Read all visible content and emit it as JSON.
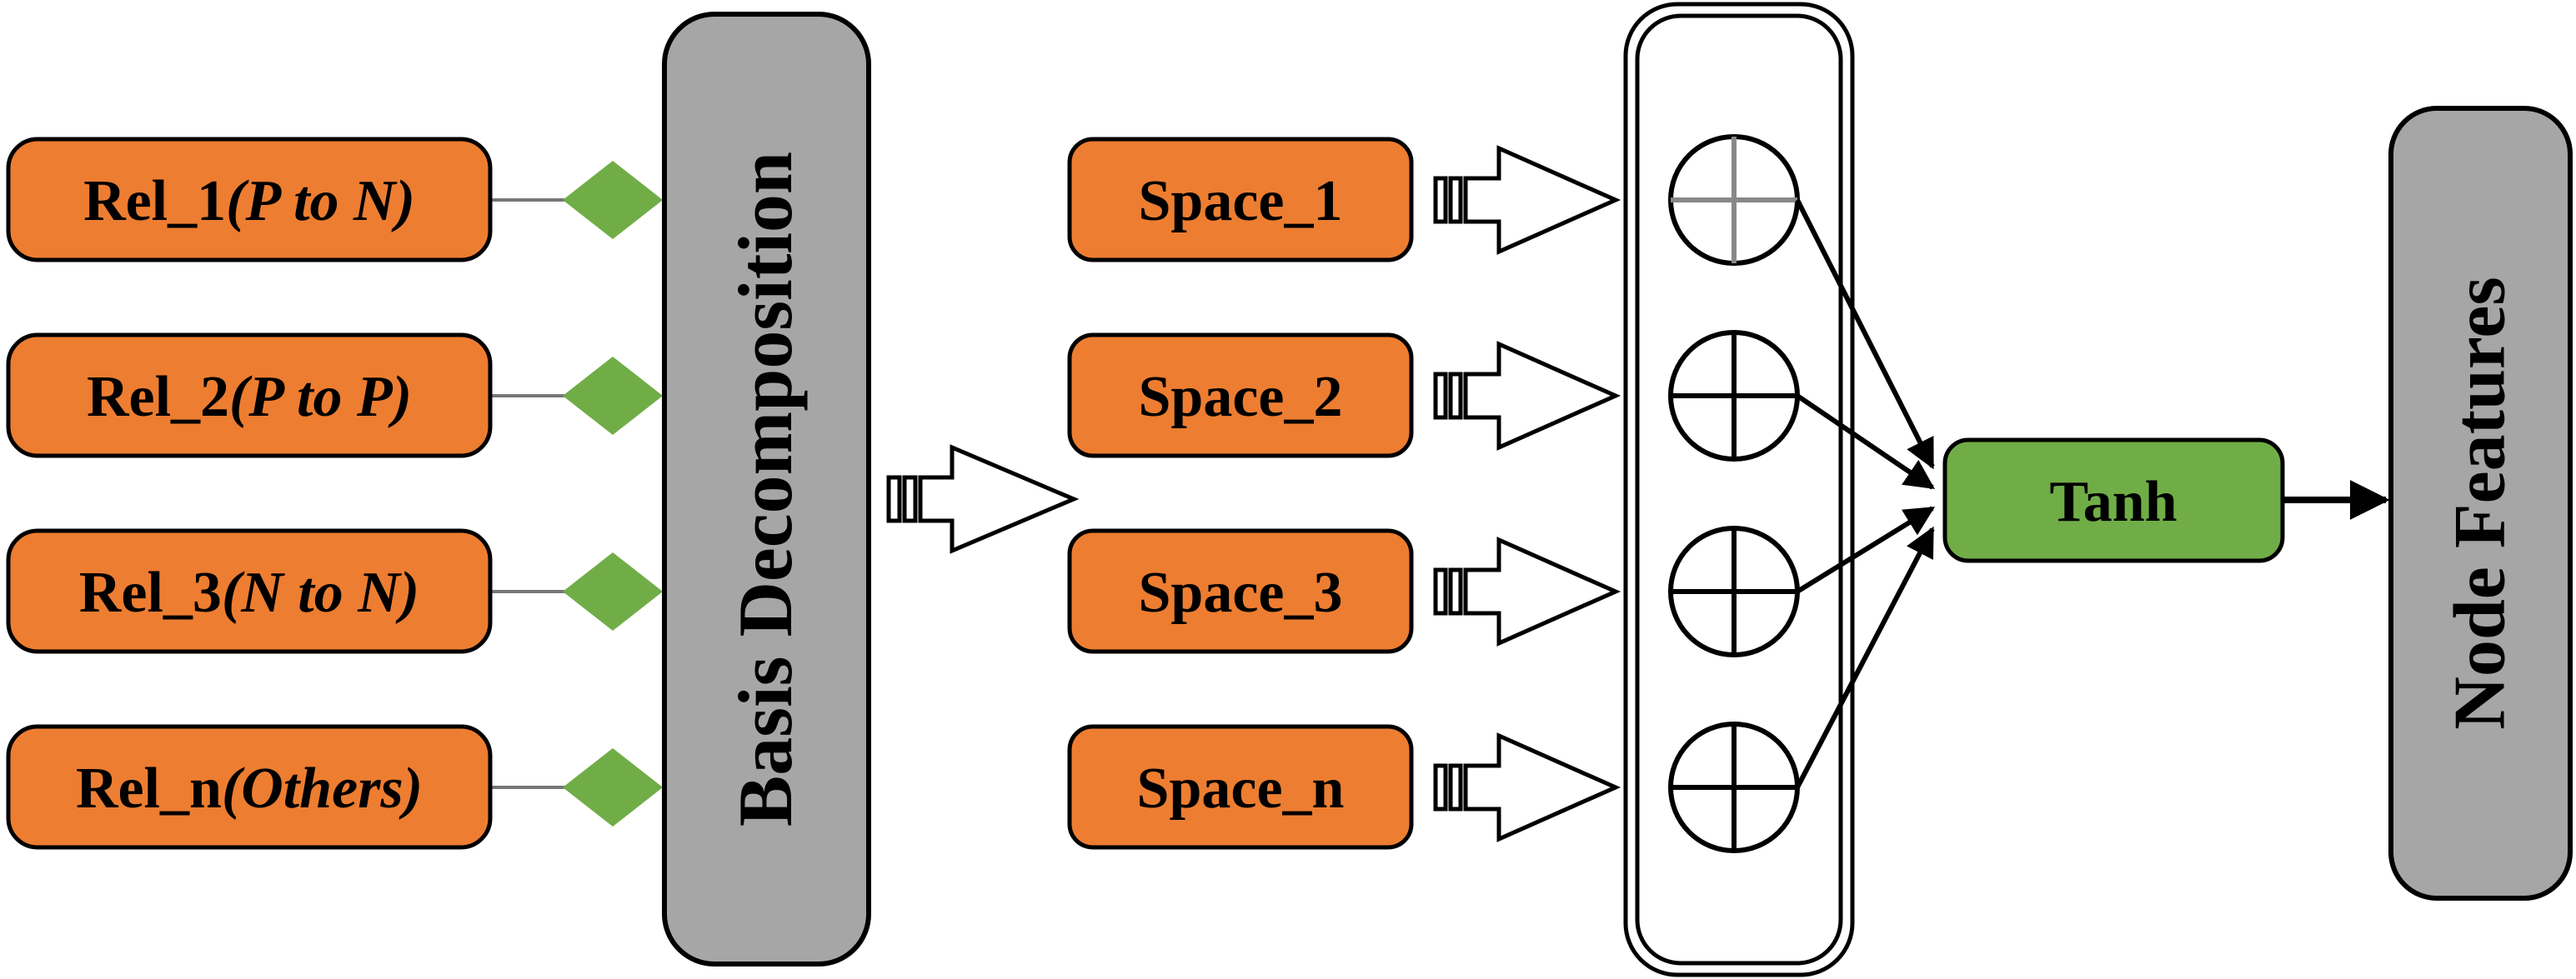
{
  "relations": [
    {
      "name": "Rel_1",
      "detail": "(P to N)"
    },
    {
      "name": "Rel_2",
      "detail": "(P to P)"
    },
    {
      "name": "Rel_3",
      "detail": "(N to N)"
    },
    {
      "name": "Rel_n",
      "detail": "(Others)"
    }
  ],
  "basis_label": "Basis Decomposition",
  "spaces": [
    "Space_1",
    "Space_2",
    "Space_3",
    "Space_n"
  ],
  "activation_label": "Tanh",
  "output_label": "Node Features",
  "colors": {
    "relation_fill": "#ED7D31",
    "space_fill": "#ED7D31",
    "diamond_fill": "#70AD47",
    "activation_fill": "#70AD47",
    "basis_fill": "#A6A6A6",
    "output_fill": "#A6A6A6",
    "stroke": "#000000"
  }
}
